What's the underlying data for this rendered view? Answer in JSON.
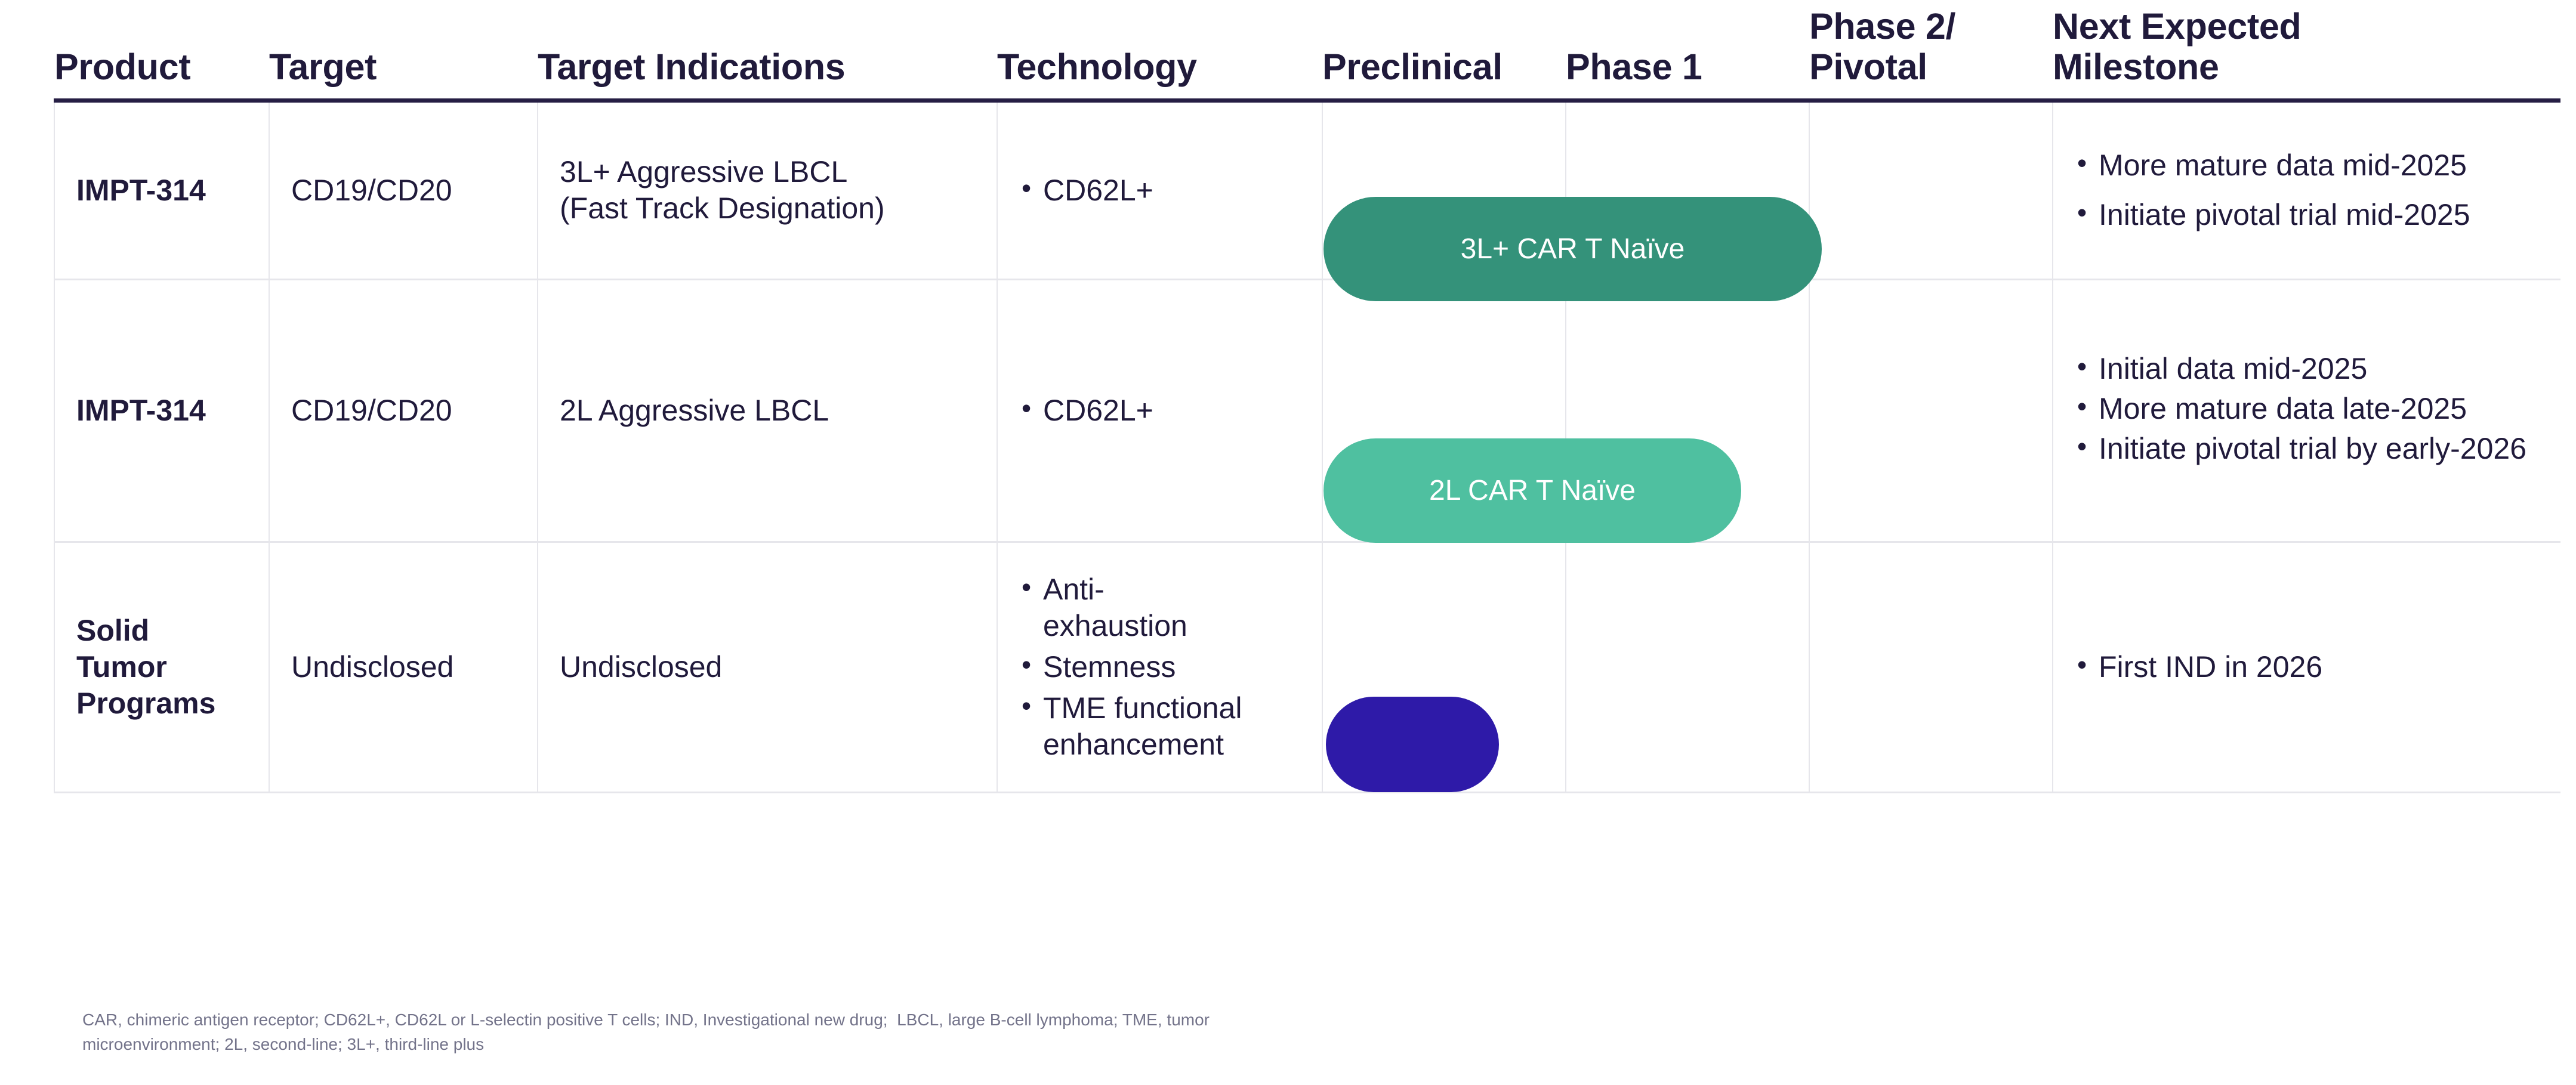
{
  "table": {
    "columns": [
      {
        "id": "product",
        "label": "Product"
      },
      {
        "id": "target",
        "label": "Target"
      },
      {
        "id": "indication",
        "label": "Target Indications"
      },
      {
        "id": "technology",
        "label": "Technology"
      },
      {
        "id": "preclinical",
        "label": "Preclinical"
      },
      {
        "id": "phase1",
        "label": "Phase 1"
      },
      {
        "id": "phase2",
        "label": "Phase 2/\nPivotal"
      },
      {
        "id": "milestone",
        "label": "Next Expected\nMilestone"
      }
    ],
    "rows": [
      {
        "product": "IMPT-314",
        "target": "CD19/CD20",
        "indications": [
          "3L+ Aggressive LBCL",
          "(Fast Track Designation)"
        ],
        "technology": [
          "CD62L+"
        ],
        "milestones": [
          "More mature data mid-2025",
          "Initiate pivotal trial mid-2025"
        ]
      },
      {
        "product": "IMPT-314",
        "target": "CD19/CD20",
        "indications": [
          "2L Aggressive LBCL"
        ],
        "technology": [
          "CD62L+"
        ],
        "milestones": [
          "Initial data mid-2025",
          "More mature data late-2025",
          "Initiate pivotal trial by early-2026"
        ]
      },
      {
        "product": "Solid Tumor Programs",
        "target": "Undisclosed",
        "indications": [
          "Undisclosed"
        ],
        "technology": [
          "Anti-exhaustion",
          "Stemness",
          "TME functional enhancement"
        ],
        "milestones": [
          "First IND in 2026"
        ]
      }
    ],
    "pills": [
      {
        "id": "pill-3l-car-t-naive",
        "label": "3L+ CAR T Naïve",
        "color": "#34927A",
        "row": 0,
        "start_stage": "Preclinical",
        "end_stage": "Phase 1"
      },
      {
        "id": "pill-2l-car-t-naive",
        "label": "2L CAR T Naïve",
        "color": "#4FC0A0",
        "row": 1,
        "start_stage": "Preclinical",
        "end_stage": "Phase 1"
      },
      {
        "id": "pill-solid-tumor",
        "label": "",
        "color": "#2E1AA8",
        "row": 2,
        "start_stage": "Preclinical",
        "end_stage": "Preclinical"
      }
    ]
  },
  "footnote": {
    "line1": "CAR, chimeric antigen receptor; CD62L+, CD62L or L-selectin positive T cells; IND, Investigational new drug;  LBCL, large B-cell lymphoma; TME, tumor",
    "line2": "microenvironment; 2L, second-line; 3L+, third-line plus"
  },
  "colors": {
    "text_primary": "#201A3B",
    "header_rule": "#261E44",
    "grid_line": "#E6E6EB",
    "pill_dark_green": "#34927A",
    "pill_light_green": "#4FC0A0",
    "pill_purple": "#2E1AA8",
    "footnote_text": "#73738A"
  }
}
